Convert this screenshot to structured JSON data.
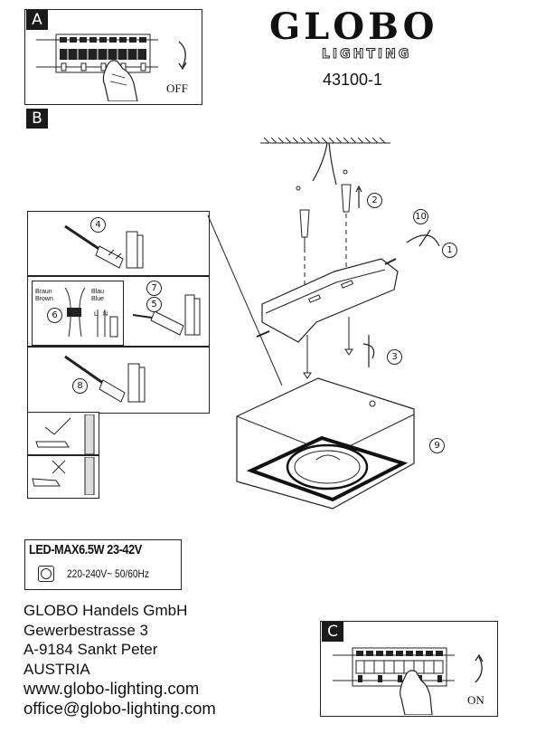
{
  "brand": {
    "name": "GLOBO",
    "sub": "LIGHTING"
  },
  "model": "43100-1",
  "sections": {
    "a": "A",
    "b": "B",
    "c": "C"
  },
  "switch": {
    "off_label": "OFF",
    "on_label": "ON"
  },
  "steps": [
    "1",
    "2",
    "3",
    "4",
    "5",
    "6",
    "7",
    "8",
    "9",
    "10"
  ],
  "wires": {
    "brown": "Braun\nBrown",
    "blue": "Blau\nBlue",
    "l": "L",
    "n": "N"
  },
  "spec": {
    "title": "LED-MAX6.5W  23-42V",
    "voltage": "220-240V~ 50/60Hz"
  },
  "address": {
    "company": "GLOBO Handels GmbH",
    "street": "Gewerbestrasse 3",
    "city": "A-9184 Sankt Peter",
    "country": "AUSTRIA",
    "web": "www.globo-lighting.com",
    "email": "office@globo-lighting.com"
  },
  "icons": [
    "breaker-panel-icon",
    "hand-icon",
    "rotate-arrow-icon",
    "screwdriver-icon",
    "terminal-block-icon",
    "check-mark-icon",
    "cross-mark-icon",
    "transformer-symbol-icon"
  ]
}
